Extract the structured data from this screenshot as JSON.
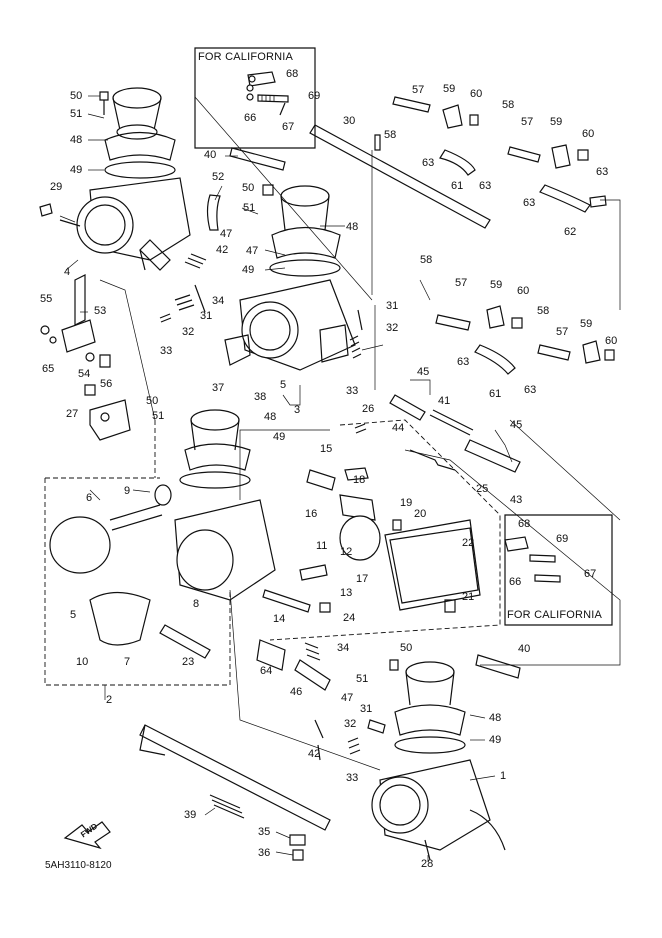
{
  "diagram_code": "5AH3110-8120",
  "california_labels": [
    "FOR CALIFORNIA",
    "FOR CALIFORNIA"
  ],
  "fwd_label": "FWD",
  "callouts": [
    {
      "id": "c50a",
      "text": "50"
    },
    {
      "id": "c51a",
      "text": "51"
    },
    {
      "id": "c48a",
      "text": "48"
    },
    {
      "id": "c49a",
      "text": "49"
    },
    {
      "id": "c29",
      "text": "29"
    },
    {
      "id": "c4",
      "text": "4"
    },
    {
      "id": "c55",
      "text": "55"
    },
    {
      "id": "c53",
      "text": "53"
    },
    {
      "id": "c65",
      "text": "65"
    },
    {
      "id": "c54",
      "text": "54"
    },
    {
      "id": "c56",
      "text": "56"
    },
    {
      "id": "c27",
      "text": "27"
    },
    {
      "id": "c68a",
      "text": "68"
    },
    {
      "id": "c69a",
      "text": "69"
    },
    {
      "id": "c66a",
      "text": "66"
    },
    {
      "id": "c67a",
      "text": "67"
    },
    {
      "id": "c40a",
      "text": "40"
    },
    {
      "id": "c52",
      "text": "52"
    },
    {
      "id": "c50b",
      "text": "50"
    },
    {
      "id": "c51b",
      "text": "51"
    },
    {
      "id": "c47a",
      "text": "47"
    },
    {
      "id": "c42a",
      "text": "42"
    },
    {
      "id": "c47b",
      "text": "47"
    },
    {
      "id": "c48b",
      "text": "48"
    },
    {
      "id": "c49b",
      "text": "49"
    },
    {
      "id": "c34a",
      "text": "34"
    },
    {
      "id": "c31a",
      "text": "31"
    },
    {
      "id": "c32a",
      "text": "32"
    },
    {
      "id": "c33a",
      "text": "33"
    },
    {
      "id": "c31b",
      "text": "31"
    },
    {
      "id": "c32b",
      "text": "32"
    },
    {
      "id": "c33b",
      "text": "33"
    },
    {
      "id": "c5a",
      "text": "5"
    },
    {
      "id": "c3",
      "text": "3"
    },
    {
      "id": "c37",
      "text": "37"
    },
    {
      "id": "c38",
      "text": "38"
    },
    {
      "id": "c30",
      "text": "30"
    },
    {
      "id": "c58a",
      "text": "58"
    },
    {
      "id": "c57a",
      "text": "57"
    },
    {
      "id": "c59a",
      "text": "59"
    },
    {
      "id": "c60a",
      "text": "60"
    },
    {
      "id": "c58b",
      "text": "58"
    },
    {
      "id": "c57b",
      "text": "57"
    },
    {
      "id": "c59b",
      "text": "59"
    },
    {
      "id": "c60b",
      "text": "60"
    },
    {
      "id": "c63a",
      "text": "63"
    },
    {
      "id": "c61a",
      "text": "61"
    },
    {
      "id": "c63b",
      "text": "63"
    },
    {
      "id": "c63c",
      "text": "63"
    },
    {
      "id": "c63d",
      "text": "63"
    },
    {
      "id": "c62",
      "text": "62"
    },
    {
      "id": "c58c",
      "text": "58"
    },
    {
      "id": "c57c",
      "text": "57"
    },
    {
      "id": "c59c",
      "text": "59"
    },
    {
      "id": "c60c",
      "text": "60"
    },
    {
      "id": "c58d",
      "text": "58"
    },
    {
      "id": "c57d",
      "text": "57"
    },
    {
      "id": "c59d",
      "text": "59"
    },
    {
      "id": "c60d",
      "text": "60"
    },
    {
      "id": "c63e",
      "text": "63"
    },
    {
      "id": "c61b",
      "text": "61"
    },
    {
      "id": "c63f",
      "text": "63"
    },
    {
      "id": "c45a",
      "text": "45"
    },
    {
      "id": "c45b",
      "text": "45"
    },
    {
      "id": "c41",
      "text": "41"
    },
    {
      "id": "c26",
      "text": "26"
    },
    {
      "id": "c44",
      "text": "44"
    },
    {
      "id": "c25",
      "text": "25"
    },
    {
      "id": "c43",
      "text": "43"
    },
    {
      "id": "c50c",
      "text": "50"
    },
    {
      "id": "c51c",
      "text": "51"
    },
    {
      "id": "c48c",
      "text": "48"
    },
    {
      "id": "c49c",
      "text": "49"
    },
    {
      "id": "c9",
      "text": "9"
    },
    {
      "id": "c6",
      "text": "6"
    },
    {
      "id": "c15",
      "text": "15"
    },
    {
      "id": "c18",
      "text": "18"
    },
    {
      "id": "c16",
      "text": "16"
    },
    {
      "id": "c19",
      "text": "19"
    },
    {
      "id": "c20",
      "text": "20"
    },
    {
      "id": "c12",
      "text": "12"
    },
    {
      "id": "c11",
      "text": "11"
    },
    {
      "id": "c17",
      "text": "17"
    },
    {
      "id": "c13",
      "text": "13"
    },
    {
      "id": "c22",
      "text": "22"
    },
    {
      "id": "c21",
      "text": "21"
    },
    {
      "id": "c14",
      "text": "14"
    },
    {
      "id": "c24",
      "text": "24"
    },
    {
      "id": "c8",
      "text": "8"
    },
    {
      "id": "c5b",
      "text": "5"
    },
    {
      "id": "c7",
      "text": "7"
    },
    {
      "id": "c10",
      "text": "10"
    },
    {
      "id": "c23",
      "text": "23"
    },
    {
      "id": "c2",
      "text": "2"
    },
    {
      "id": "c68b",
      "text": "68"
    },
    {
      "id": "c69b",
      "text": "69"
    },
    {
      "id": "c66b",
      "text": "66"
    },
    {
      "id": "c67b",
      "text": "67"
    },
    {
      "id": "c40b",
      "text": "40"
    },
    {
      "id": "c34b",
      "text": "34"
    },
    {
      "id": "c64",
      "text": "64"
    },
    {
      "id": "c46",
      "text": "46"
    },
    {
      "id": "c47c",
      "text": "47"
    },
    {
      "id": "c42b",
      "text": "42"
    },
    {
      "id": "c50d",
      "text": "50"
    },
    {
      "id": "c51d",
      "text": "51"
    },
    {
      "id": "c48d",
      "text": "48"
    },
    {
      "id": "c49d",
      "text": "49"
    },
    {
      "id": "c32c",
      "text": "32"
    },
    {
      "id": "c31c",
      "text": "31"
    },
    {
      "id": "c33c",
      "text": "33"
    },
    {
      "id": "c1",
      "text": "1"
    },
    {
      "id": "c39",
      "text": "39"
    },
    {
      "id": "c35",
      "text": "35"
    },
    {
      "id": "c36",
      "text": "36"
    },
    {
      "id": "c28",
      "text": "28"
    }
  ]
}
